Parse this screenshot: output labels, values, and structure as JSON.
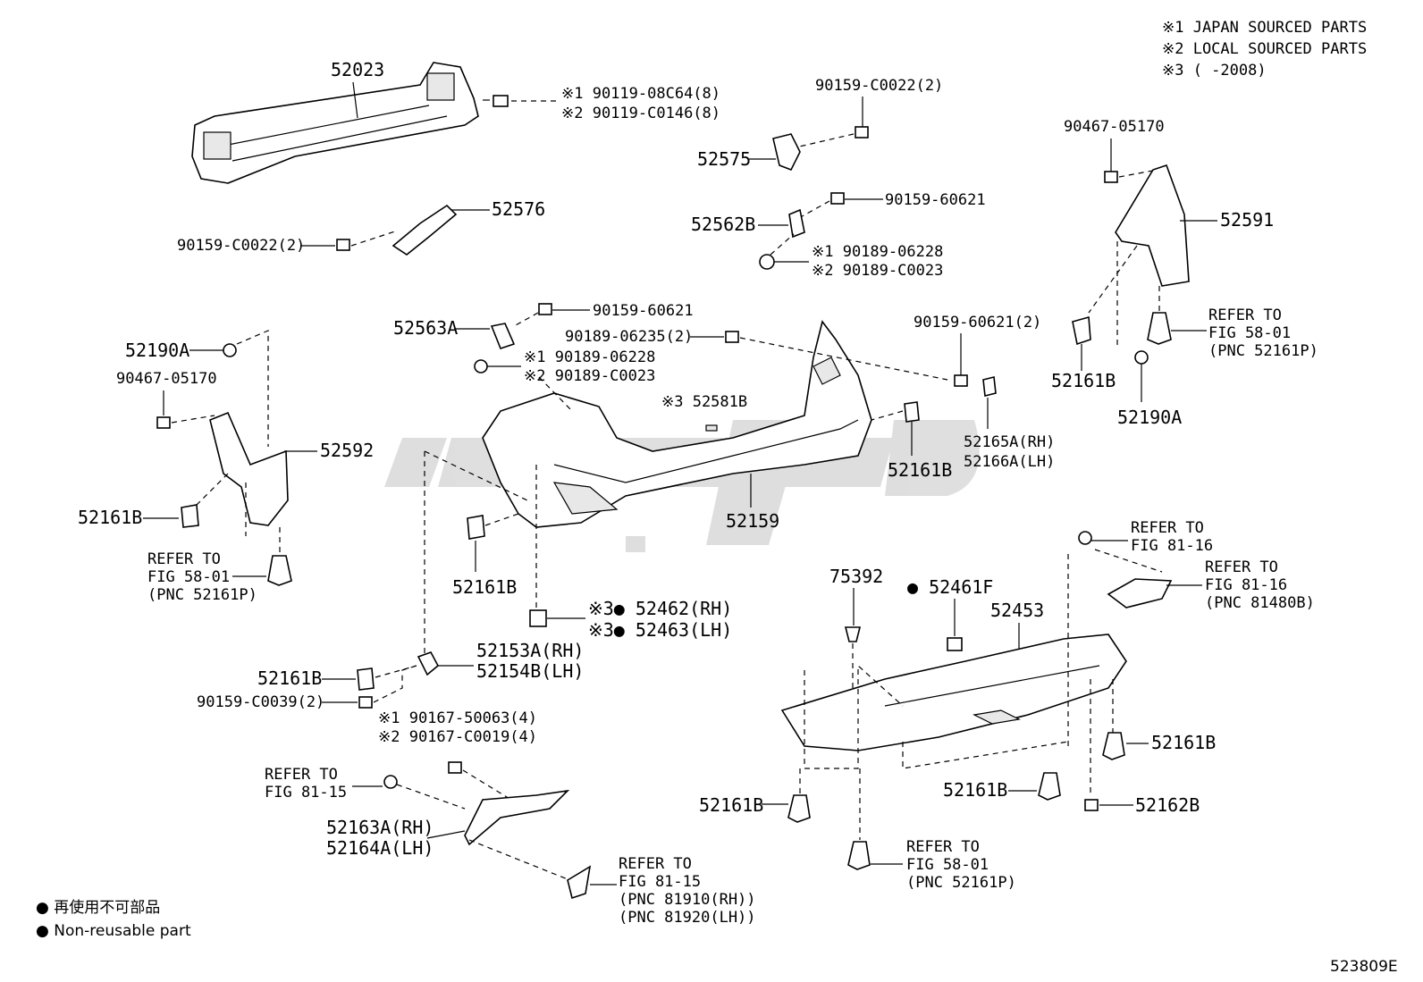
{
  "notes": {
    "n1": "※1  JAPAN SOURCED PARTS",
    "n2": "※2  LOCAL SOURCED PARTS",
    "n3": "※3  (      -2008)"
  },
  "labels": {
    "p52023": "52023",
    "b1": "※1  90119-08C64(8)",
    "b2": "※2  90119-C0146(8)",
    "p90159_c0022_top": "90159-C0022(2)",
    "p52575": "52575",
    "p52576": "52576",
    "p90159_c0022_left": "90159-C0022(2)",
    "p90159_60621_a": "90159-60621",
    "p52562b": "52562B",
    "c1a": "※1  90189-06228",
    "c2a": "※2  90189-C0023",
    "p90467_right": "90467-05170",
    "p52591": "52591",
    "refer_right_1": "REFER  TO",
    "refer_right_2": "FIG  58-01",
    "refer_right_3": "(PNC  52161P)",
    "p52161b_right": "52161B",
    "p52190a_right": "52190A",
    "p52563a": "52563A",
    "p90159_60621_b": "90159-60621",
    "p90189_06235": "90189-06235(2)",
    "c1b": "※1  90189-06228",
    "c2b": "※2  90189-C0023",
    "p90159_60621_2": "90159-60621(2)",
    "p52581b": "※3 52581B",
    "p52165a": "52165A(RH)",
    "p52166a": "52166A(LH)",
    "p52161b_center": "52161B",
    "p52159": "52159",
    "p52190a_left": "52190A",
    "p90467_left": "90467-05170",
    "p52592": "52592",
    "p52161b_left": "52161B",
    "refer_left_1": "REFER  TO",
    "refer_left_2": "FIG  58-01",
    "refer_left_3": "(PNC  52161P)",
    "p52161b_mid": "52161B",
    "p52462": "※3● 52462(RH)",
    "p52463": "※3● 52463(LH)",
    "p52153a": "52153A(RH)",
    "p52154b": "52154B(LH)",
    "p52161b_lowleft": "52161B",
    "p90159_c0039": "90159-C0039(2)",
    "d1": "※1  90167-50063(4)",
    "d2": "※2  90167-C0019(4)",
    "refer_8115_a1": "REFER  TO",
    "refer_8115_a2": "FIG  81-15",
    "p52163a": "52163A(RH)",
    "p52164a": "52164A(LH)",
    "refer_8115_b1": "REFER  TO",
    "refer_8115_b2": "FIG  81-15",
    "refer_8115_b3": "(PNC  81910(RH))",
    "refer_8115_b4": "(PNC  81920(LH))",
    "p75392": "75392",
    "p52461f": "● 52461F",
    "p52453": "52453",
    "refer_8116_a1": "REFER  TO",
    "refer_8116_a2": "FIG  81-16",
    "refer_8116_b1": "REFER  TO",
    "refer_8116_b2": "FIG  81-16",
    "refer_8116_b3": "(PNC  81480B)",
    "p52161b_lr": "52161B",
    "p52161b_lc": "52161B",
    "p52161b_ll": "52161B",
    "p52162b": "52162B",
    "refer_5801_b1": "REFER  TO",
    "refer_5801_b2": "FIG  58-01",
    "refer_5801_b3": "(PNC  52161P)"
  },
  "legend": {
    "line1": "●  再使用不可部品",
    "line2": "●  Non-reusable part"
  },
  "figure_id": "523809E"
}
